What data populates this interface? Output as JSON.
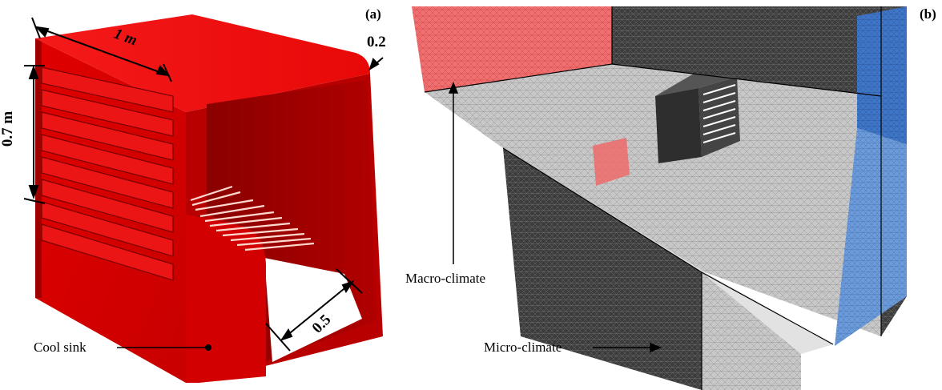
{
  "panel_a": {
    "label": "(a)",
    "dim_width": "1 m",
    "dim_height": "0.7 m",
    "dim_radius": "0.2",
    "dim_depth": "0.5",
    "callout_cool_sink": "Cool sink",
    "colors": {
      "face_front": "#d50000",
      "face_top": "#f21212",
      "face_side": "#a80000",
      "louver": "#e81010",
      "louver_shadow": "#8f0000"
    }
  },
  "panel_b": {
    "label": "(b)",
    "callout_macro": "Macro-climate",
    "callout_micro": "Micro-climate",
    "colors": {
      "inlet": "#ef6f6f",
      "outlet": "#3f76c8",
      "mesh_dark": "#3a3a3a",
      "mesh_light": "#bdbdbd",
      "heater": "#ee6a6a"
    }
  }
}
